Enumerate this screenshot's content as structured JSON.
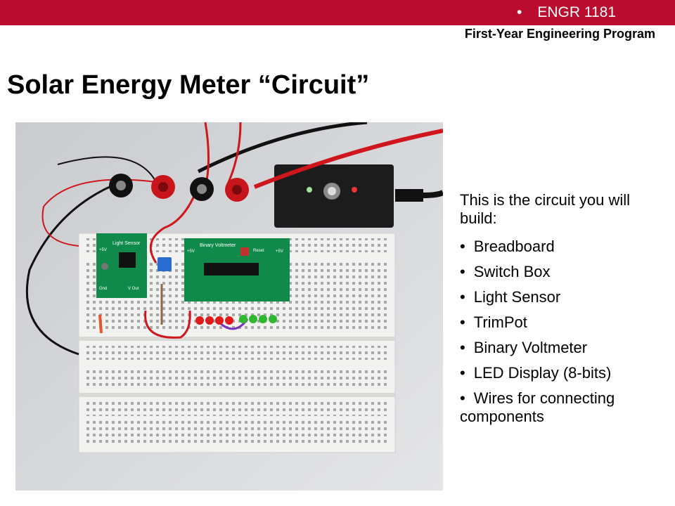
{
  "header": {
    "bullet": "•",
    "course": "ENGR 1181",
    "program": "First-Year Engineering Program",
    "bar_color": "#BA0C2F"
  },
  "slide": {
    "title": "Solar Energy Meter “Circuit”",
    "intro": "This is the circuit you will build:",
    "bullet_char": "•",
    "items": [
      {
        "label": "Breadboard"
      },
      {
        "label": "Switch Box"
      },
      {
        "label": "Light Sensor"
      },
      {
        "label": "TrimPot"
      },
      {
        "label": "Binary Voltmeter"
      },
      {
        "label": "LED Display (8-bits)"
      },
      {
        "label": "Wires for connecting components"
      }
    ]
  },
  "photo": {
    "light_sensor_label": "Light Sensor",
    "voltmeter_label": "Binary Voltmeter",
    "reset_label": "Reset",
    "plus5v": "+5V",
    "gnd": "Gnd",
    "vout": "V Out"
  }
}
